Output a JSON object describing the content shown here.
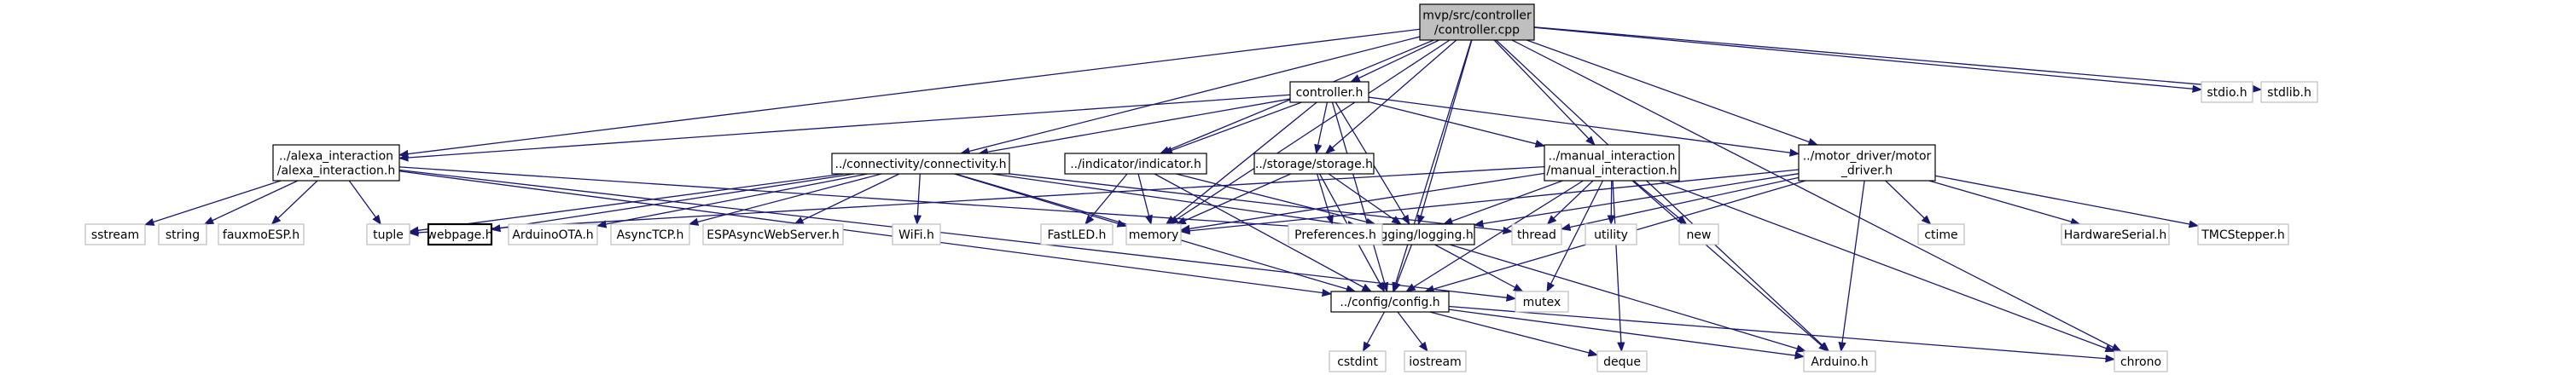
{
  "diagram": {
    "colors": {
      "edge": "#191970",
      "root_fill": "#bfbfbf",
      "documented_border": "#000000",
      "system_border": "#bfbfbf",
      "text": "#000000"
    },
    "nodes": [
      {
        "id": "controller_cpp",
        "lines": [
          "mvp/src/controller",
          "/controller.cpp"
        ],
        "kind": "root"
      },
      {
        "id": "controller_h",
        "lines": [
          "controller.h"
        ],
        "kind": "doc"
      },
      {
        "id": "alexa",
        "lines": [
          "../alexa_interaction",
          "/alexa_interaction.h"
        ],
        "kind": "doc"
      },
      {
        "id": "connectivity",
        "lines": [
          "../connectivity/connectivity.h"
        ],
        "kind": "doc"
      },
      {
        "id": "indicator",
        "lines": [
          "../indicator/indicator.h"
        ],
        "kind": "doc"
      },
      {
        "id": "storage",
        "lines": [
          "../storage/storage.h"
        ],
        "kind": "doc"
      },
      {
        "id": "manual",
        "lines": [
          "../manual_interaction",
          "/manual_interaction.h"
        ],
        "kind": "doc"
      },
      {
        "id": "motor",
        "lines": [
          "../motor_driver/motor",
          "_driver.h"
        ],
        "kind": "doc"
      },
      {
        "id": "logging",
        "lines": [
          "../logging/logging.h"
        ],
        "kind": "doc"
      },
      {
        "id": "config",
        "lines": [
          "../config/config.h"
        ],
        "kind": "doc"
      },
      {
        "id": "webpage",
        "lines": [
          "webpage.h"
        ],
        "kind": "doc"
      },
      {
        "id": "stdio",
        "lines": [
          "stdio.h"
        ],
        "kind": "sys"
      },
      {
        "id": "stdlib",
        "lines": [
          "stdlib.h"
        ],
        "kind": "sys"
      },
      {
        "id": "sstream",
        "lines": [
          "sstream"
        ],
        "kind": "sys"
      },
      {
        "id": "string",
        "lines": [
          "string"
        ],
        "kind": "sys"
      },
      {
        "id": "fauxmo",
        "lines": [
          "fauxmoESP.h"
        ],
        "kind": "sys"
      },
      {
        "id": "tuple",
        "lines": [
          "tuple"
        ],
        "kind": "sys"
      },
      {
        "id": "arduinoota",
        "lines": [
          "ArduinoOTA.h"
        ],
        "kind": "sys"
      },
      {
        "id": "asynctcp",
        "lines": [
          "AsyncTCP.h"
        ],
        "kind": "sys"
      },
      {
        "id": "espasync",
        "lines": [
          "ESPAsyncWebServer.h"
        ],
        "kind": "sys"
      },
      {
        "id": "wifi",
        "lines": [
          "WiFi.h"
        ],
        "kind": "sys"
      },
      {
        "id": "fastled",
        "lines": [
          "FastLED.h"
        ],
        "kind": "sys"
      },
      {
        "id": "memory",
        "lines": [
          "memory"
        ],
        "kind": "sys"
      },
      {
        "id": "preferences",
        "lines": [
          "Preferences.h"
        ],
        "kind": "sys"
      },
      {
        "id": "thread",
        "lines": [
          "thread"
        ],
        "kind": "sys"
      },
      {
        "id": "utility",
        "lines": [
          "utility"
        ],
        "kind": "sys"
      },
      {
        "id": "new",
        "lines": [
          "new"
        ],
        "kind": "sys"
      },
      {
        "id": "ctime",
        "lines": [
          "ctime"
        ],
        "kind": "sys"
      },
      {
        "id": "hwserial",
        "lines": [
          "HardwareSerial.h"
        ],
        "kind": "sys"
      },
      {
        "id": "tmc",
        "lines": [
          "TMCStepper.h"
        ],
        "kind": "sys"
      },
      {
        "id": "mutex",
        "lines": [
          "mutex"
        ],
        "kind": "sys"
      },
      {
        "id": "cstdint",
        "lines": [
          "cstdint"
        ],
        "kind": "sys"
      },
      {
        "id": "iostream",
        "lines": [
          "iostream"
        ],
        "kind": "sys"
      },
      {
        "id": "deque",
        "lines": [
          "deque"
        ],
        "kind": "sys"
      },
      {
        "id": "arduino",
        "lines": [
          "Arduino.h"
        ],
        "kind": "sys"
      },
      {
        "id": "chrono",
        "lines": [
          "chrono"
        ],
        "kind": "sys"
      }
    ],
    "edges": [
      [
        "controller_cpp",
        "controller_h"
      ],
      [
        "controller_cpp",
        "alexa"
      ],
      [
        "controller_cpp",
        "connectivity"
      ],
      [
        "controller_cpp",
        "indicator"
      ],
      [
        "controller_cpp",
        "storage"
      ],
      [
        "controller_cpp",
        "manual"
      ],
      [
        "controller_cpp",
        "motor"
      ],
      [
        "controller_cpp",
        "logging"
      ],
      [
        "controller_cpp",
        "config"
      ],
      [
        "controller_cpp",
        "memory"
      ],
      [
        "controller_cpp",
        "stdio"
      ],
      [
        "controller_cpp",
        "stdlib"
      ],
      [
        "controller_cpp",
        "arduino"
      ],
      [
        "controller_cpp",
        "chrono"
      ],
      [
        "controller_h",
        "alexa"
      ],
      [
        "controller_h",
        "connectivity"
      ],
      [
        "controller_h",
        "indicator"
      ],
      [
        "controller_h",
        "storage"
      ],
      [
        "controller_h",
        "manual"
      ],
      [
        "controller_h",
        "motor"
      ],
      [
        "controller_h",
        "logging"
      ],
      [
        "controller_h",
        "config"
      ],
      [
        "controller_h",
        "memory"
      ],
      [
        "alexa",
        "sstream"
      ],
      [
        "alexa",
        "string"
      ],
      [
        "alexa",
        "fauxmo"
      ],
      [
        "alexa",
        "tuple"
      ],
      [
        "alexa",
        "logging"
      ],
      [
        "alexa",
        "config"
      ],
      [
        "alexa",
        "mutex"
      ],
      [
        "connectivity",
        "tuple"
      ],
      [
        "connectivity",
        "webpage"
      ],
      [
        "connectivity",
        "arduinoota"
      ],
      [
        "connectivity",
        "asynctcp"
      ],
      [
        "connectivity",
        "espasync"
      ],
      [
        "connectivity",
        "wifi"
      ],
      [
        "connectivity",
        "memory"
      ],
      [
        "connectivity",
        "logging"
      ],
      [
        "connectivity",
        "config"
      ],
      [
        "connectivity",
        "thread"
      ],
      [
        "indicator",
        "fastled"
      ],
      [
        "indicator",
        "memory"
      ],
      [
        "indicator",
        "logging"
      ],
      [
        "indicator",
        "config"
      ],
      [
        "storage",
        "preferences"
      ],
      [
        "storage",
        "memory"
      ],
      [
        "storage",
        "logging"
      ],
      [
        "storage",
        "config"
      ],
      [
        "manual",
        "memory"
      ],
      [
        "manual",
        "logging"
      ],
      [
        "manual",
        "config"
      ],
      [
        "manual",
        "thread"
      ],
      [
        "manual",
        "utility"
      ],
      [
        "manual",
        "new"
      ],
      [
        "manual",
        "mutex"
      ],
      [
        "manual",
        "deque"
      ],
      [
        "manual",
        "arduino"
      ],
      [
        "manual",
        "chrono"
      ],
      [
        "manual",
        "tuple"
      ],
      [
        "motor",
        "memory"
      ],
      [
        "motor",
        "logging"
      ],
      [
        "motor",
        "config"
      ],
      [
        "motor",
        "thread"
      ],
      [
        "motor",
        "ctime"
      ],
      [
        "motor",
        "hwserial"
      ],
      [
        "motor",
        "tmc"
      ],
      [
        "motor",
        "arduino"
      ],
      [
        "logging",
        "config"
      ],
      [
        "logging",
        "mutex"
      ],
      [
        "logging",
        "arduino"
      ],
      [
        "config",
        "cstdint"
      ],
      [
        "config",
        "iostream"
      ],
      [
        "config",
        "deque"
      ],
      [
        "config",
        "arduino"
      ],
      [
        "config",
        "chrono"
      ]
    ]
  }
}
